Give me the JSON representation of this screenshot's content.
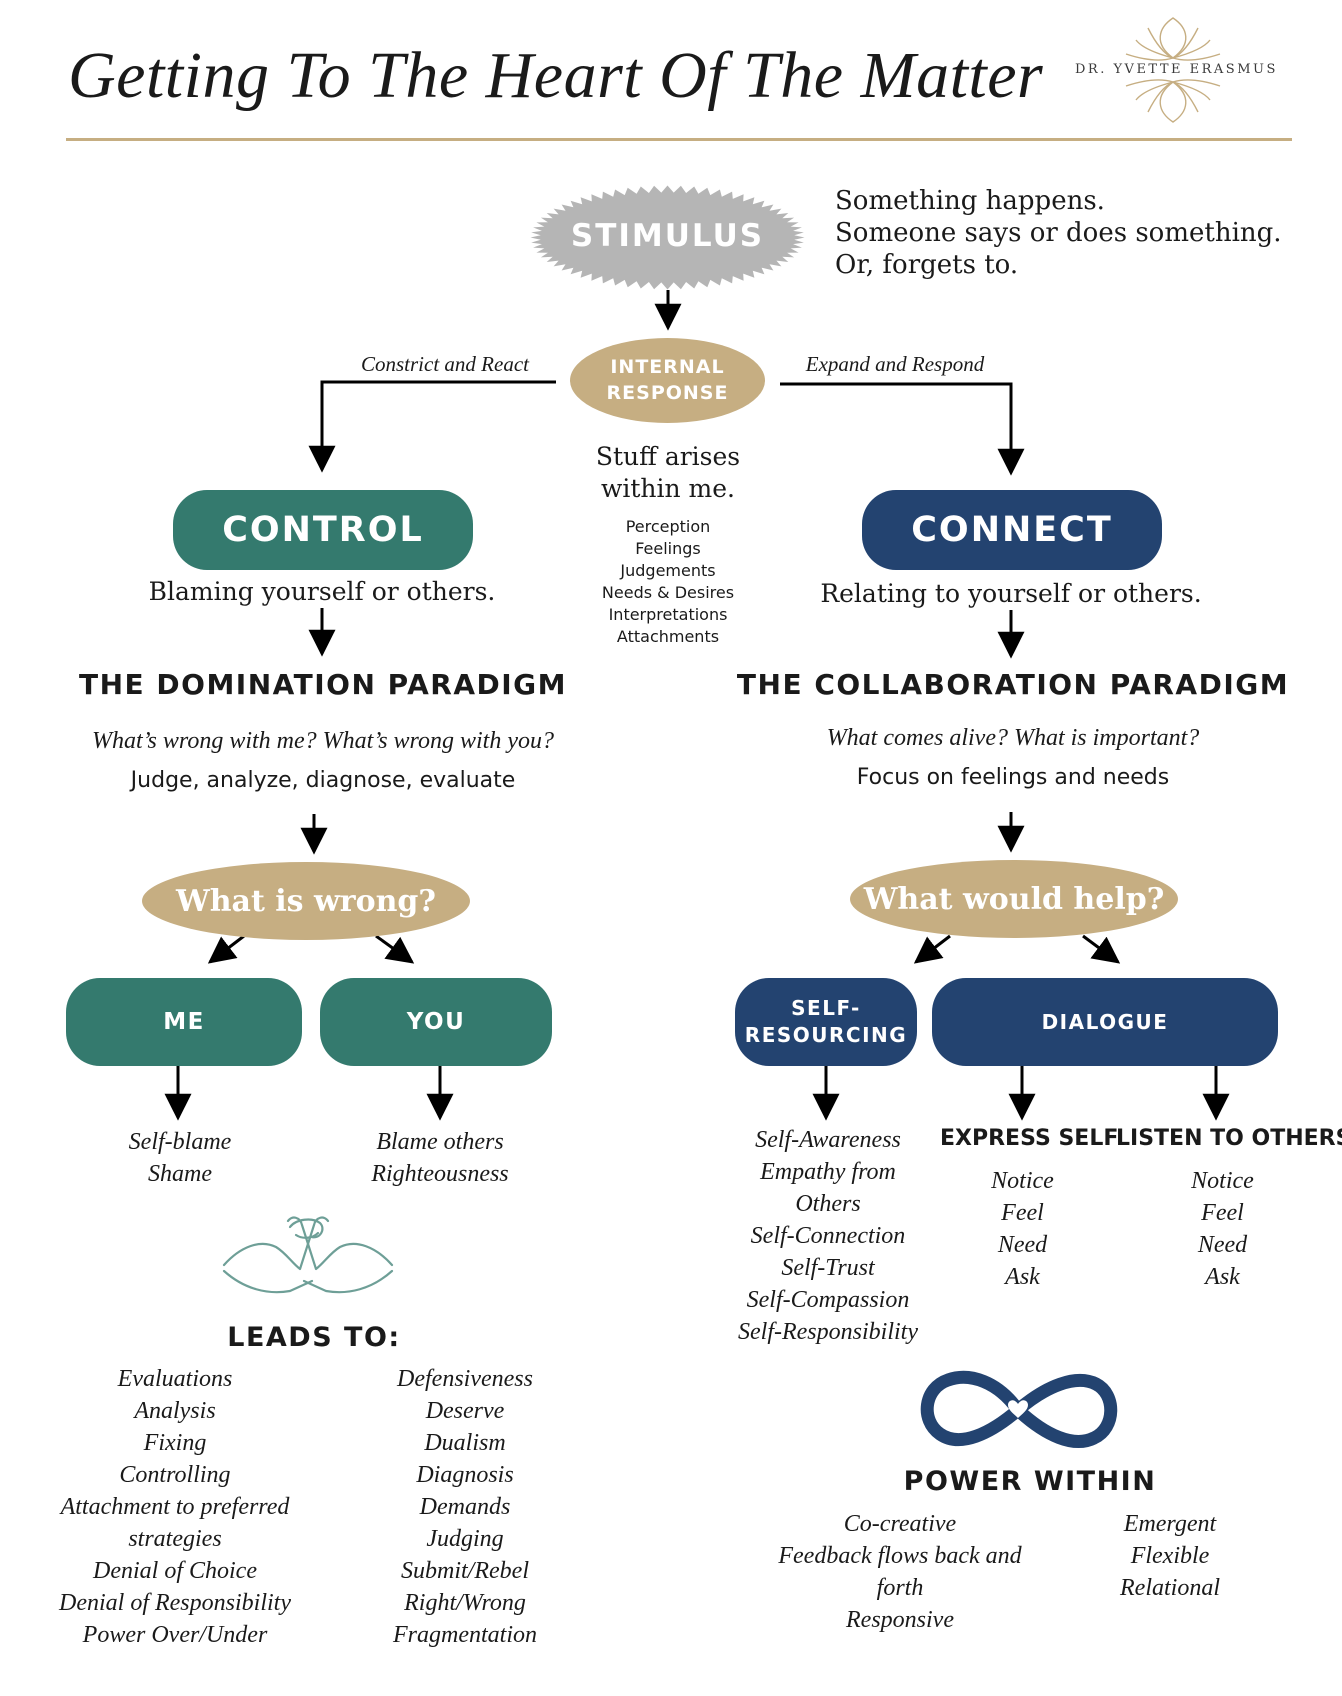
{
  "header": {
    "title": "Getting To The Heart Of The Matter",
    "brand": "DR. YVETTE ERASMUS"
  },
  "stimulus": {
    "label": "STIMULUS",
    "lines": [
      "Something happens.",
      "Someone says or does something.",
      "Or, forgets to."
    ]
  },
  "internal_response": {
    "lines": [
      "INTERNAL",
      "RESPONSE"
    ],
    "arises": [
      "Stuff arises",
      "within me."
    ],
    "items": [
      "Perception",
      "Feelings",
      "Judgements",
      "Needs & Desires",
      "Interpretations",
      "Attachments"
    ]
  },
  "left": {
    "branch_label": "Constrict and React",
    "pill": "CONTROL",
    "caption": "Blaming yourself or others.",
    "paradigm": "THE DOMINATION PARADIGM",
    "questions": "What’s wrong with me?  What’s wrong with you?",
    "actions": "Judge, analyze, diagnose, evaluate",
    "oval": "What is wrong?",
    "me": "ME",
    "you": "YOU",
    "me_items": [
      "Self-blame",
      "Shame"
    ],
    "you_items": [
      "Blame others",
      "Righteousness"
    ],
    "leads_to": "LEADS TO:",
    "leads_col1": [
      "Evaluations",
      "Analysis",
      "Fixing",
      "Controlling",
      "Attachment to preferred",
      "strategies",
      "Denial of Choice",
      "Denial of Responsibility",
      "Power Over/Under"
    ],
    "leads_col2": [
      "Defensiveness",
      "Deserve",
      "Dualism",
      "Diagnosis",
      "Demands",
      "Judging",
      "Submit/Rebel",
      "Right/Wrong",
      "Fragmentation"
    ]
  },
  "right": {
    "branch_label": "Expand and Respond",
    "pill": "CONNECT",
    "caption": "Relating to yourself or others.",
    "paradigm": "THE COLLABORATION PARADIGM",
    "questions": "What comes alive?  What is important?",
    "actions": "Focus on feelings and needs",
    "oval": "What would help?",
    "self_resourcing": [
      "SELF-",
      "RESOURCING"
    ],
    "dialogue": "DIALOGUE",
    "self_items": [
      "Self-Awareness",
      "Empathy from",
      "Others",
      "Self-Connection",
      "Self-Trust",
      "Self-Compassion",
      "Self-Responsibility"
    ],
    "express_self": "EXPRESS SELF",
    "express_items": [
      "Notice",
      "Feel",
      "Need",
      "Ask"
    ],
    "listen_others": "LISTEN TO OTHERS",
    "listen_items": [
      "Notice",
      "Feel",
      "Need",
      "Ask"
    ],
    "power_within": "POWER WITHIN",
    "power_col1": [
      "Co-creative",
      "Feedback flows back and",
      "forth",
      "Responsive"
    ],
    "power_col2": [
      "Emergent",
      "Flexible",
      "Relational"
    ]
  },
  "colors": {
    "tan": "#c6ae82",
    "green": "#347a6e",
    "navy": "#234370",
    "gray": "#b5b5b5"
  },
  "icons": {
    "logo": "lotus-logo-icon",
    "arm_wrestle": "arm-wrestle-icon",
    "infinity": "infinity-heart-icon"
  }
}
